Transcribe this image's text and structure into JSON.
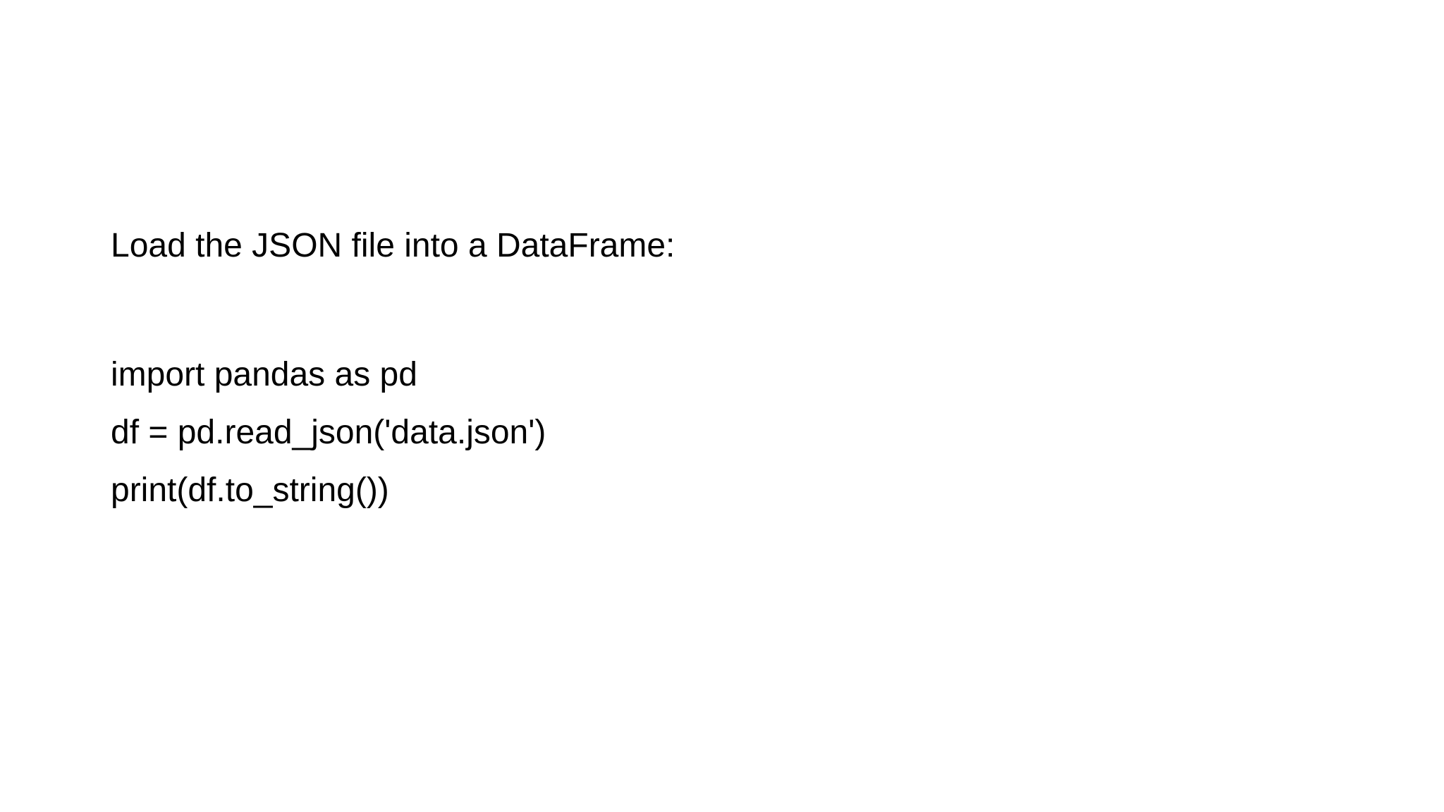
{
  "page": {
    "background_color": "#ffffff",
    "text_color": "#000000",
    "heading": "Load the JSON file into a DataFrame:",
    "code_lines": [
      "import pandas as pd",
      "df = pd.read_json('data.json')",
      "print(df.to_string())"
    ]
  }
}
